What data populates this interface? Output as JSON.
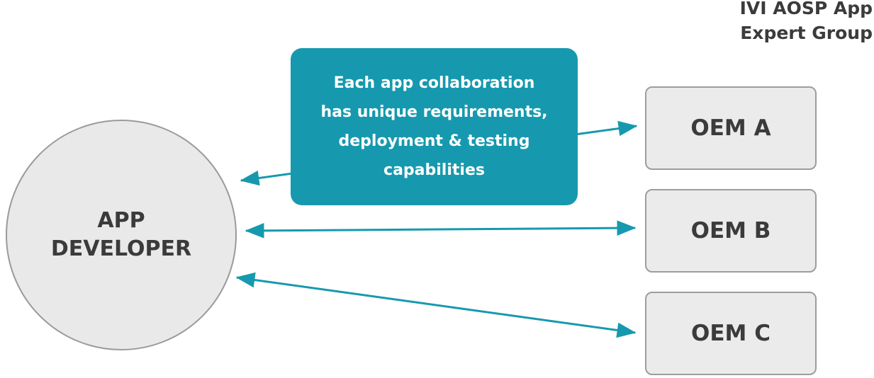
{
  "diagram": {
    "header": {
      "line1": "IVI AOSP App",
      "line2": "Expert Group"
    },
    "developer": {
      "line1": "APP",
      "line2": "DEVELOPER"
    },
    "callout": {
      "line1": "Each app collaboration",
      "line2": "has unique requirements,",
      "line3": "deployment & testing",
      "line4": "capabilities"
    },
    "oems": [
      {
        "label": "OEM A"
      },
      {
        "label": "OEM B"
      },
      {
        "label": "OEM C"
      }
    ],
    "colors": {
      "arrow_teal": "#1699ae",
      "callout_fill": "#1699ae",
      "callout_text": "#ffffff",
      "node_fill": "#ebebeb",
      "node_border": "#9d9d9d",
      "text_dark": "#3b3b3b",
      "background": "#ffffff"
    }
  }
}
